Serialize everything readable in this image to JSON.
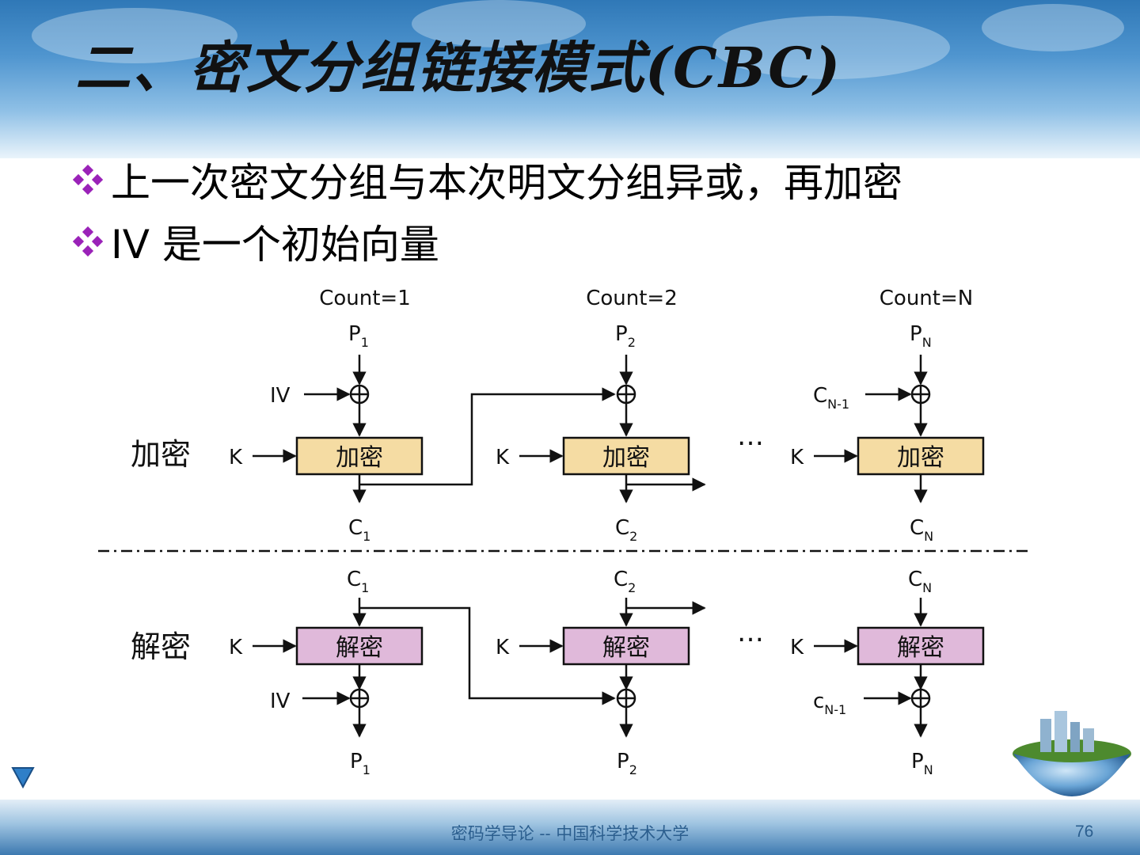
{
  "slide": {
    "title": "二、密文分组链接模式(CBC)",
    "bullets": [
      "上一次密文分组与本次明文分组异或，再加密",
      "IV 是一个初始向量"
    ],
    "footer": "密码学导论 -- 中国科学技术大学",
    "page_number": "76"
  },
  "colors": {
    "encrypt_box": "#f5dca3",
    "decrypt_box": "#e0b9da",
    "bullet_icon": "#9a22b8",
    "footer_text": "#2b5e8e"
  },
  "icons": [
    "diamond-bullet-icon",
    "xor-icon",
    "down-triangle-icon",
    "globe-icon"
  ],
  "diagram": {
    "row_encrypt_label": "加密",
    "row_decrypt_label": "解密",
    "ellipsis": "…",
    "columns": [
      {
        "count": "Count=1",
        "plain": "P",
        "plain_sub": "1",
        "cipher": "C",
        "cipher_sub": "1",
        "enc_side": "IV",
        "enc_side_sub": "",
        "dec_side": "IV",
        "dec_side_sub": "",
        "key": "K",
        "enc_box": "加密",
        "dec_box": "解密"
      },
      {
        "count": "Count=2",
        "plain": "P",
        "plain_sub": "2",
        "cipher": "C",
        "cipher_sub": "2",
        "enc_side": "",
        "enc_side_sub": "",
        "dec_side": "",
        "dec_side_sub": "",
        "key": "K",
        "enc_box": "加密",
        "dec_box": "解密"
      },
      {
        "count": "Count=N",
        "plain": "P",
        "plain_sub": "N",
        "cipher": "C",
        "cipher_sub": "N",
        "enc_side": "C",
        "enc_side_sub": "N-1",
        "dec_side": "c",
        "dec_side_sub": "N-1",
        "key": "K",
        "enc_box": "加密",
        "dec_box": "解密"
      }
    ]
  }
}
